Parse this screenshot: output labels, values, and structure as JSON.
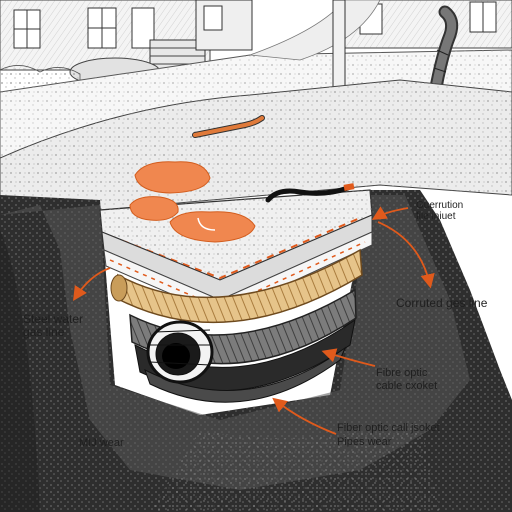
{
  "labels": {
    "top_right": [
      "Guerrution",
      "file iniuet"
    ],
    "corrugated": "Corruted ges line",
    "steel": [
      "Steel water",
      "gas line"
    ],
    "fibre": [
      "Fibre optic",
      "cable cxoket"
    ],
    "fiber_jacket": [
      "Fiber optic call jsoket",
      "Pipes wear"
    ],
    "mj_wear": "MIJ wear"
  },
  "icons": {
    "house": "house-illustration",
    "pole": "utility-pole",
    "pipe_elbow": "pipe-elbow",
    "stain": "orange-stain",
    "steel_pipe": "steel-pipe-end",
    "corrugated_pipe": "corrugated-gas-pipe",
    "arrow": "orange-arrow"
  },
  "colors": {
    "accent_orange": "#e05a1c",
    "stain_orange": "#f0874f",
    "pipe_tan": "#e6c48a",
    "ink": "#1f1f1f",
    "soil": "#3a3a3a"
  }
}
